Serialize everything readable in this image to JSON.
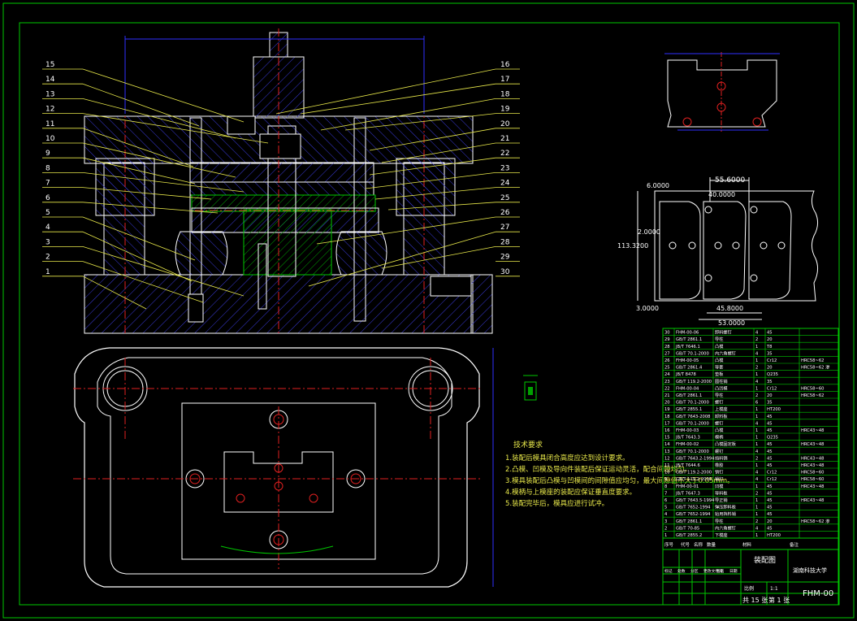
{
  "colors": {
    "background": "#000000",
    "frame": "#00c800",
    "outline": "#ffffff",
    "hatch": "#3a3ad8",
    "centerline": "#e02020",
    "leader": "#e8e84a",
    "dimension": "#3030ff",
    "title_block": "#00c800",
    "cyan": "#00c8c8",
    "green_fill": "#00a000"
  },
  "callouts_left": [
    "15",
    "14",
    "13",
    "12",
    "11",
    "10",
    "9",
    "8",
    "7",
    "6",
    "5",
    "4",
    "3",
    "2",
    "1"
  ],
  "callouts_right": [
    "16",
    "17",
    "18",
    "19",
    "20",
    "21",
    "22",
    "23",
    "24",
    "25",
    "26",
    "27",
    "28",
    "29",
    "30"
  ],
  "strip_dims": {
    "top": "55.6000",
    "inner": "40.0000",
    "left_top": "6.0000",
    "height": "113.3200",
    "left_mid": "2.0000",
    "bottom_left": "3.0000",
    "bottom_inner": "45.8000",
    "bottom_total": "53.0000"
  },
  "tech_requirements": {
    "title": "技术要求",
    "items": [
      "1.装配后模具闭合高度应达到设计要求。",
      "2.凸模、凹模及导向件装配后保证运动灵活，配合间隙均匀。",
      "3.模具装配后凸模与凹模间的间隙值应均匀，最大间隙值不大于0.05mm。",
      "4.模柄与上模座的装配应保证垂直度要求。",
      "5.装配完毕后，模具应进行试冲。"
    ]
  },
  "parts_list": [
    [
      "30",
      "FHM-00-06",
      "卸料螺钉",
      "4",
      "45",
      ""
    ],
    [
      "29",
      "GB/T 2861.1",
      "导柱",
      "2",
      "20",
      ""
    ],
    [
      "28",
      "JB/T 7646.1",
      "凸模",
      "1",
      "T8",
      ""
    ],
    [
      "27",
      "GB/T 70.1-2000",
      "内六角螺钉",
      "4",
      "35",
      ""
    ],
    [
      "26",
      "FHM-00-05",
      "凸模",
      "1",
      "Cr12",
      "HRC58~62"
    ],
    [
      "25",
      "GB/T 2861.4",
      "导套",
      "2",
      "20",
      "HRC58~62 渗"
    ],
    [
      "24",
      "JB/T 8478",
      "垫板",
      "1",
      "Q235",
      ""
    ],
    [
      "23",
      "GB/T 119.2-2000",
      "圆柱销",
      "4",
      "35",
      ""
    ],
    [
      "22",
      "FHM-00-04",
      "凸凹模",
      "1",
      "Cr12",
      "HRC58~60"
    ],
    [
      "21",
      "GB/T 2861.1",
      "导柱",
      "2",
      "20",
      "HRC58~62"
    ],
    [
      "20",
      "GB/T 70.1-2000",
      "螺钉",
      "6",
      "35",
      ""
    ],
    [
      "19",
      "GB/T 2855.1",
      "上模座",
      "1",
      "HT200",
      ""
    ],
    [
      "18",
      "GB/T 7643-2008",
      "卸料板",
      "1",
      "45",
      ""
    ],
    [
      "17",
      "GB/T 70.1-2000",
      "螺钉",
      "4",
      "45",
      ""
    ],
    [
      "16",
      "FHM-00-03",
      "凸模",
      "1",
      "45",
      "HRC43~48"
    ],
    [
      "15",
      "JB/T 7643.3",
      "模柄",
      "1",
      "Q235",
      ""
    ],
    [
      "14",
      "FHM-00-02",
      "凸模固定板",
      "1",
      "45",
      "HRC43~48"
    ],
    [
      "13",
      "GB/T 70.1-2000",
      "螺钉",
      "4",
      "45",
      ""
    ],
    [
      "12",
      "GB/T 7643.2-1994",
      "挡料销",
      "2",
      "45",
      "HRC43~48"
    ],
    [
      "11",
      "JB/T 7644.6",
      "橡胶",
      "1",
      "45",
      "HRC43~48"
    ],
    [
      "10",
      "GB/T 119.2-2000",
      "销钉",
      "4",
      "Cr12",
      "HRC58~60"
    ],
    [
      "9",
      "GB/T 119.2-2000",
      "销钉",
      "4",
      "Cr12",
      "HRC58~60"
    ],
    [
      "8",
      "FHM-00-01",
      "凹模",
      "1",
      "45",
      "HRC43~48"
    ],
    [
      "7",
      "JB/T 7647.3",
      "导料板",
      "2",
      "45",
      ""
    ],
    [
      "6",
      "GB/T 7643.5-1994",
      "导正销",
      "1",
      "45",
      "HRC43~48"
    ],
    [
      "5",
      "GB/T 7652-1994",
      "弹压卸料板",
      "1",
      "45",
      ""
    ],
    [
      "4",
      "GB/T 7652-1994",
      "始用挡料销",
      "1",
      "45",
      ""
    ],
    [
      "3",
      "GB/T 2861.1",
      "导柱",
      "2",
      "20",
      "HRC58~62 渗"
    ],
    [
      "2",
      "GB/T 70-85",
      "内六角螺钉",
      "4",
      "45",
      ""
    ],
    [
      "1",
      "GB/T 2855.2",
      "下模座",
      "1",
      "HT200",
      ""
    ]
  ],
  "title_block": {
    "drawing_name": "装配图",
    "company": "湖南科技大学",
    "code": "FHM-00",
    "sheets": "共 15 张",
    "sheet_no": "第 1 张",
    "header_cells": [
      "序号",
      "代号",
      "名称",
      "数量",
      "材料",
      "备注"
    ],
    "labels": [
      "标记",
      "处数",
      "分区",
      "更改文件号",
      "签名",
      "日期"
    ],
    "scale_label": "比例",
    "scale": "1:1"
  }
}
